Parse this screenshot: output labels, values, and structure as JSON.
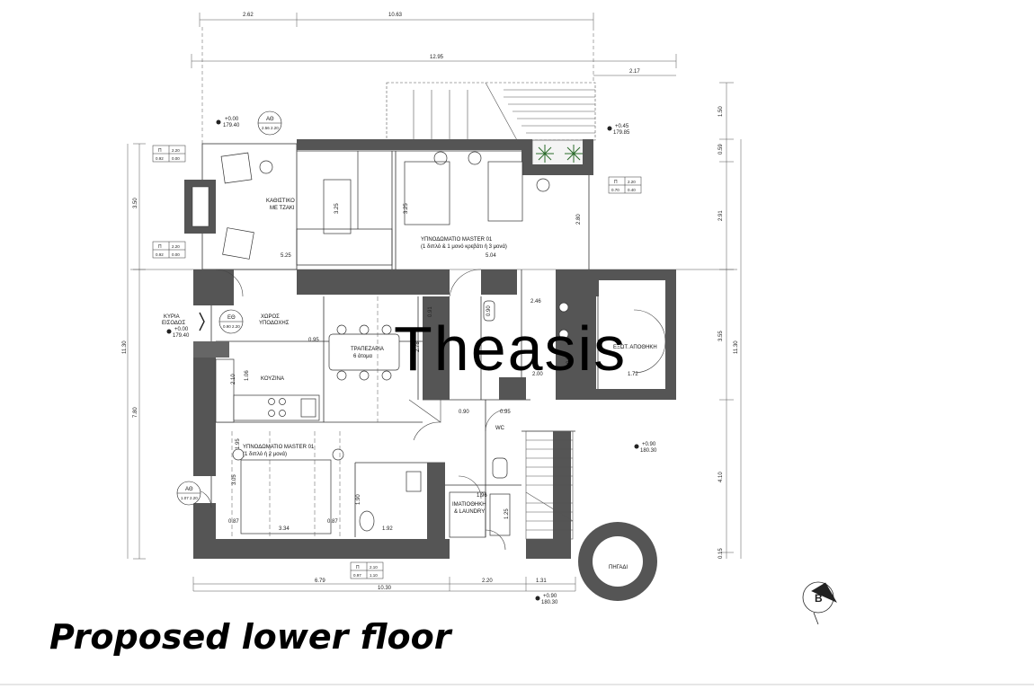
{
  "title": "Proposed lower floor",
  "watermark": "Theasis",
  "dimensions": {
    "top_262": "2.62",
    "top_1063": "10.63",
    "top_1295": "12.95",
    "top_217": "2.17",
    "right_150": "1.50",
    "right_059": "0.59",
    "right_291": "2.91",
    "right_355": "3.55",
    "right_410": "4.10",
    "right_015": "0.15",
    "right_1130": "11.30",
    "left_350": "3.50",
    "left_1130": "11.30",
    "left_780": "7.80",
    "bottom_679": "6.79",
    "bottom_220": "2.20",
    "bottom_131": "1.31",
    "bottom_1030": "10.30",
    "d_525": "5.25",
    "d_504": "5.04",
    "d_325a": "3.25",
    "d_325b": "3.25",
    "d_280": "2.80",
    "d_246": "2.46",
    "d_200": "2.00",
    "d_172": "1.72",
    "d_095": "0.95",
    "d_090": "0.90",
    "d_091": "0.91",
    "d_278": "2.78",
    "d_095b": "0.95",
    "d_090b": "0.90",
    "d_106": "1.06",
    "d_210": "2.10",
    "d_195": "1.95",
    "d_305": "3.05",
    "d_334": "3.34",
    "d_087a": "0.87",
    "d_087b": "0.87",
    "d_190": "1.90",
    "d_192": "1.92",
    "d_196": "1.96",
    "d_125": "1.25",
    "d_080": "0.80"
  },
  "rooms": {
    "living": [
      "ΚΑΘΙΣΤΙΚΟ",
      "ΜΕ ΤΖΑΚΙ"
    ],
    "master01_top": [
      "ΥΠΝΟΔΩΜΑΤΙΟ MASTER 01",
      "(1 διπλό & 1 μονό κρεβάτι ή 3 μονά)"
    ],
    "reception": [
      "ΧΩΡΟΣ",
      "ΥΠΟΔΟΧΗΣ"
    ],
    "entrance": [
      "ΚΥΡΙΑ",
      "ΕΙΣΟΔΟΣ"
    ],
    "dining": [
      "ΤΡΑΠΕΖΑΡΙΑ",
      "6 άτομα"
    ],
    "kitchen": "ΚΟΥΖΙΝΑ",
    "storage": "ΕΞΩΤ. ΑΠΟΘΗΚΗ",
    "wc": "WC",
    "master01_bottom": [
      "ΥΠΝΟΔΩΜΑΤΙΟ MASTER 01",
      "(1 διπλό ή 2 μονά)"
    ],
    "laundry": [
      "ΙΜΑΤΙΟΘΗΚΗ",
      "& LAUNDRY"
    ],
    "well": "ΠΗΓΑΔΙ"
  },
  "levels": {
    "top_left": [
      "+0.00",
      "179.40"
    ],
    "top_right": [
      "+0.45",
      "179.85"
    ],
    "entrance": [
      "+0.00",
      "179.40"
    ],
    "right": [
      "+0.90",
      "180.30"
    ],
    "bottom": [
      "+0.90",
      "180.30"
    ]
  },
  "tags": {
    "ao_top": [
      "ΑΘ",
      "2.56 2.20"
    ],
    "eo": [
      "ΕΘ",
      "0.90 2.20"
    ],
    "ao_bottom": [
      "ΑΘ",
      "1.07 2.20"
    ]
  },
  "windows": {
    "w1": [
      "Π",
      "2.20",
      "0.92",
      "0.00"
    ],
    "w2": [
      "Π",
      "2.20",
      "0.92",
      "0.00"
    ],
    "w3": [
      "Π",
      "2.20",
      "0.70",
      "0.40"
    ],
    "w4": [
      "Π",
      "2.10",
      "0.97",
      "1.10"
    ]
  },
  "section_marker": "B"
}
